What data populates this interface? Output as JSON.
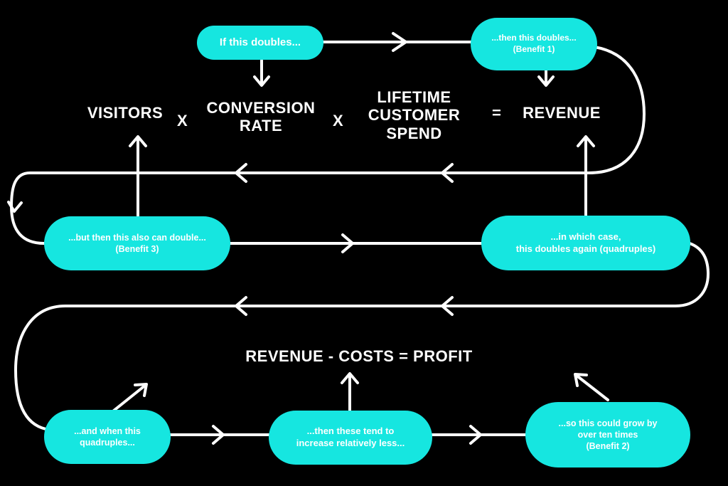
{
  "colors": {
    "background": "#000000",
    "pill": "#16e6e0",
    "text": "#ffffff",
    "lines": "#ffffff"
  },
  "formula": {
    "visitors": "VISITORS",
    "times_1": "X",
    "conversion_rate": "CONVERSION\nRATE",
    "times_2": "X",
    "lifetime_customer_spend": "LIFETIME\nCUSTOMER\nSPEND",
    "equals": "=",
    "revenue": "REVENUE"
  },
  "profit_formula": "REVENUE - COSTS = PROFIT",
  "steps": {
    "if_doubles": "If this doubles...",
    "then_doubles": "...then this doubles...\n(Benefit 1)",
    "in_which_case": "...in which case,\nthis doubles again (quadruples)",
    "but_then": "...but then this also can double...\n(Benefit 3)",
    "and_when": "...and when this\nquadruples...",
    "then_these": "...then these tend to\nincrease relatively less...",
    "so_this": "...so this could grow by\nover ten times\n(Benefit 2)"
  }
}
